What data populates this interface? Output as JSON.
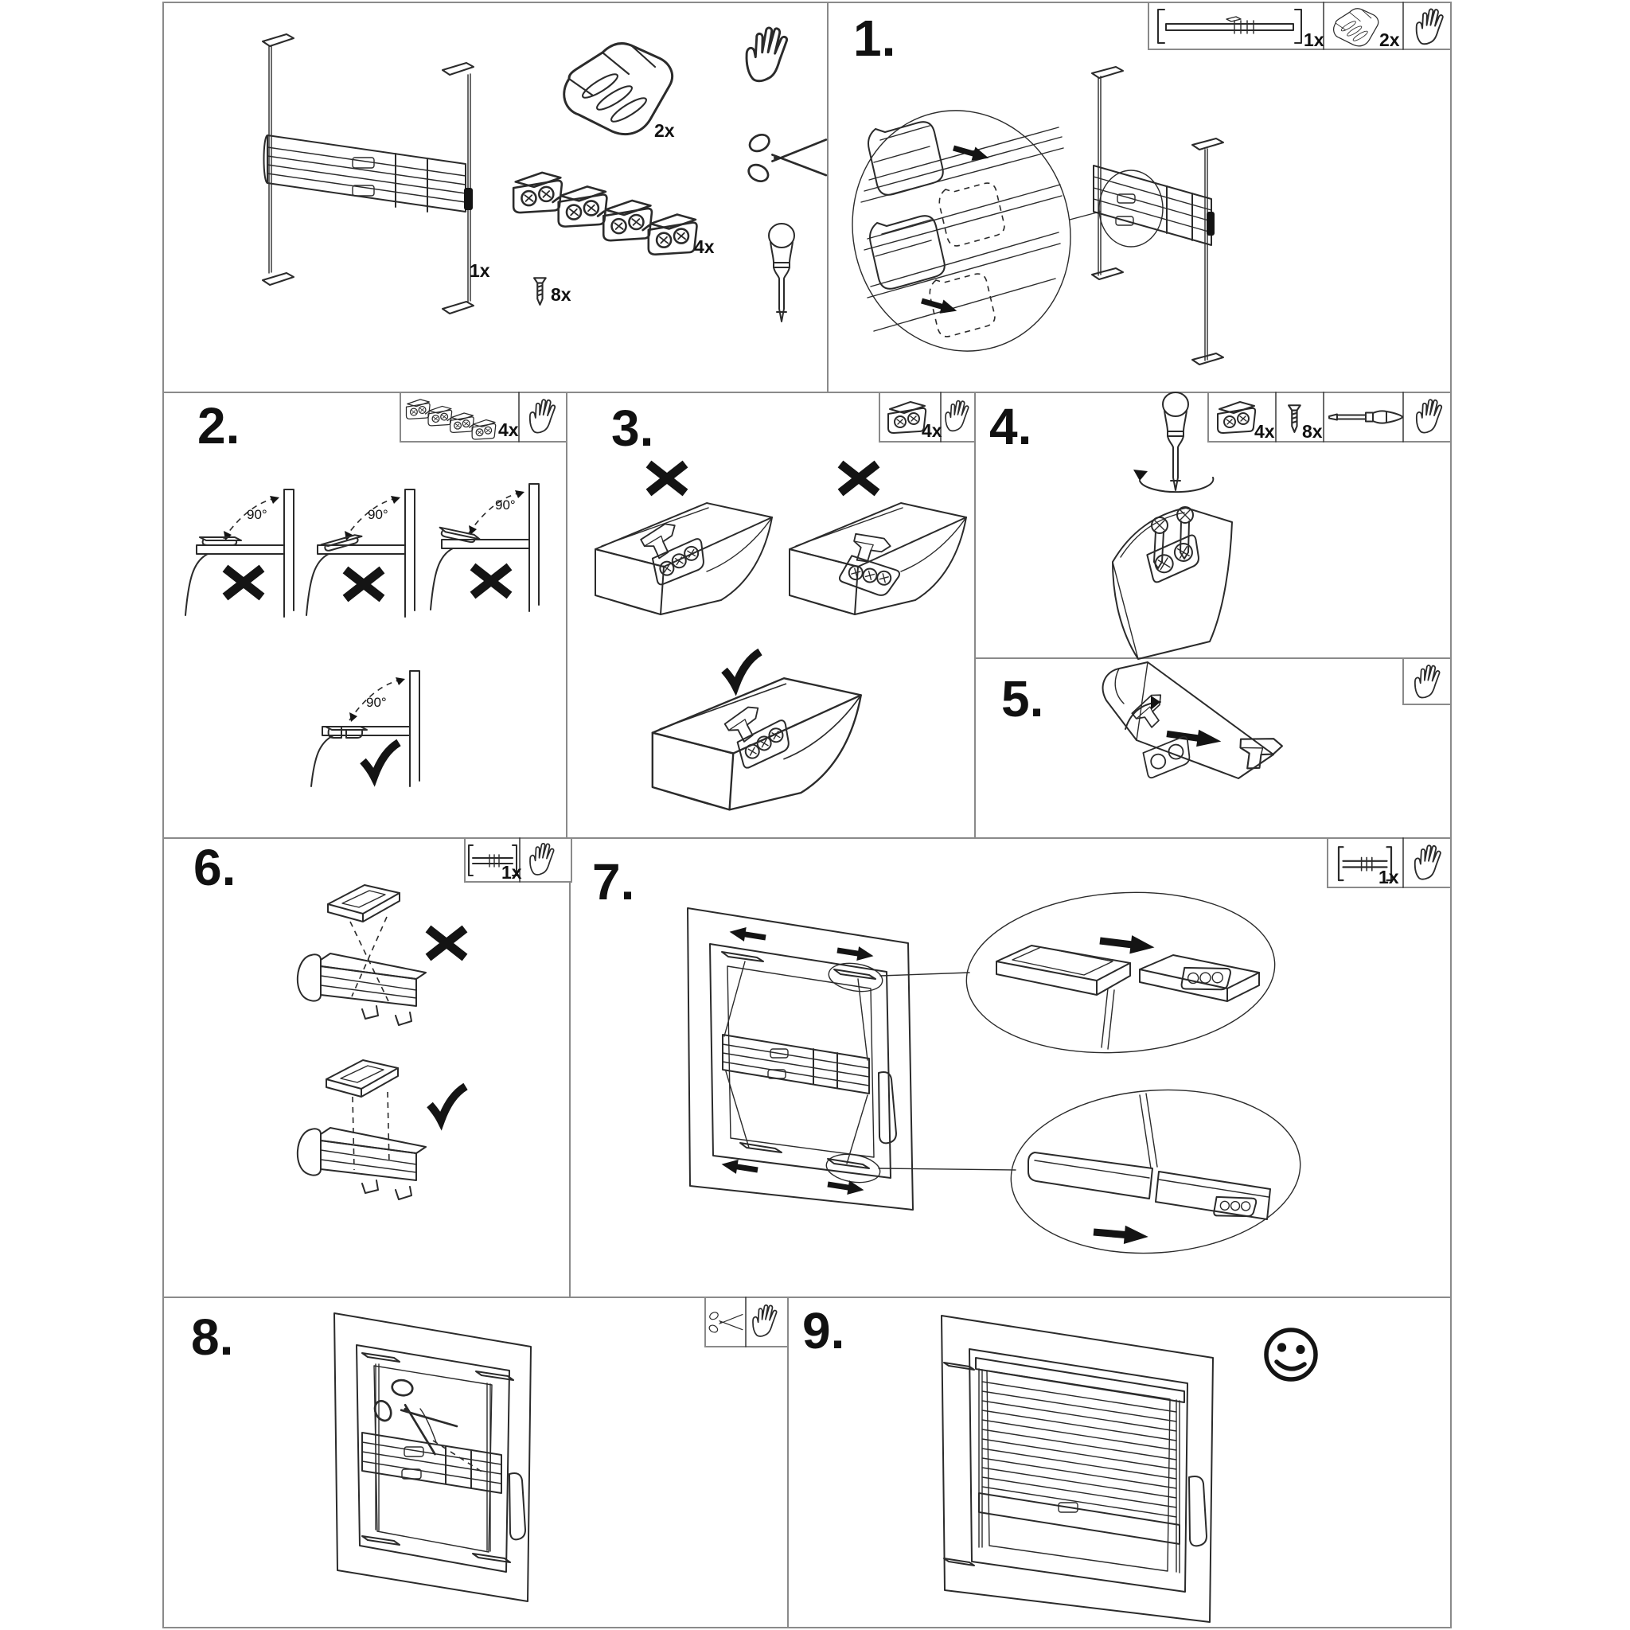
{
  "colors": {
    "background": "#ffffff",
    "line": "#2b2b2b",
    "border": "#8a8a8a"
  },
  "parts": {
    "blind_qty": "1x",
    "clip_qty": "2x",
    "bracket_qty": "4x",
    "screw_qty": "8x"
  },
  "angle_label": "90°",
  "steps": [
    {
      "number": "1.",
      "tools": [
        {
          "icon": "rail-width-icon",
          "qty": "1x"
        },
        {
          "icon": "clip-icon",
          "qty": "2x"
        },
        {
          "icon": "hand-icon",
          "qty": ""
        }
      ]
    },
    {
      "number": "2.",
      "tools": [
        {
          "icon": "bracket-strip-icon",
          "qty": "4x"
        },
        {
          "icon": "hand-icon",
          "qty": ""
        }
      ]
    },
    {
      "number": "3.",
      "tools": [
        {
          "icon": "bracket-icon",
          "qty": "4x"
        },
        {
          "icon": "hand-icon",
          "qty": ""
        }
      ]
    },
    {
      "number": "4.",
      "tools": [
        {
          "icon": "bracket-icon",
          "qty": "4x"
        },
        {
          "icon": "screw-icon",
          "qty": "8x"
        },
        {
          "icon": "screwdriver-icon",
          "qty": ""
        },
        {
          "icon": "hand-icon",
          "qty": ""
        }
      ]
    },
    {
      "number": "5.",
      "tools": [
        {
          "icon": "hand-icon",
          "qty": ""
        }
      ]
    },
    {
      "number": "6.",
      "tools": [
        {
          "icon": "rail-width-icon",
          "qty": "1x"
        },
        {
          "icon": "hand-icon",
          "qty": ""
        }
      ]
    },
    {
      "number": "7.",
      "tools": [
        {
          "icon": "rail-width-icon",
          "qty": "1x"
        },
        {
          "icon": "hand-icon",
          "qty": ""
        }
      ]
    },
    {
      "number": "8.",
      "tools": [
        {
          "icon": "scissors-icon",
          "qty": ""
        },
        {
          "icon": "hand-icon",
          "qty": ""
        }
      ]
    },
    {
      "number": "9.",
      "tools": [],
      "result_icon": "smiley-face-icon"
    }
  ]
}
